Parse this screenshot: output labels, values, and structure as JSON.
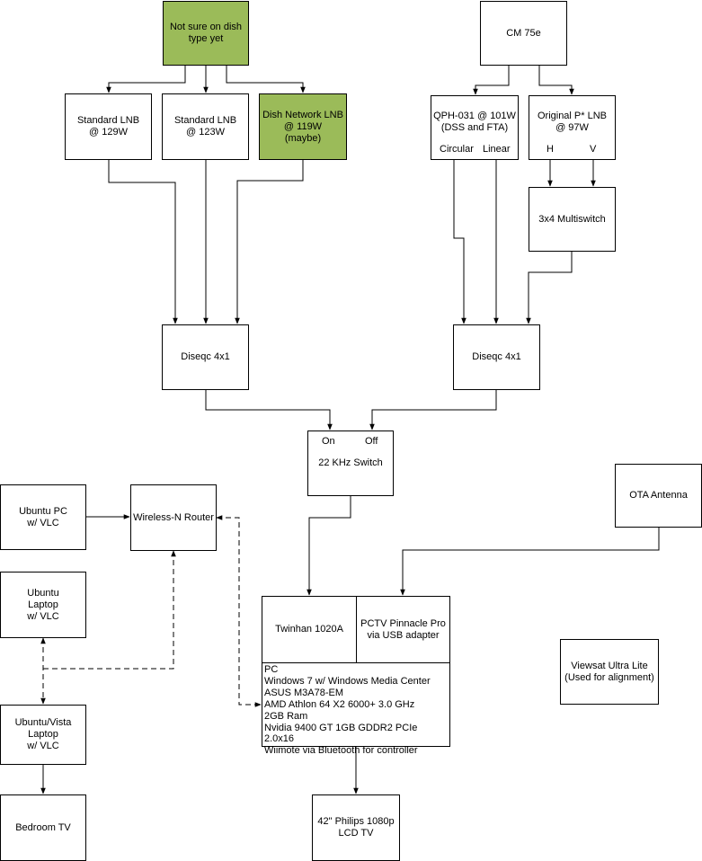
{
  "boxes": {
    "dish_unknown": [
      "Not sure on dish",
      "type yet"
    ],
    "lnb_129": [
      "Standard LNB",
      "@ 129W"
    ],
    "lnb_123": [
      "Standard LNB",
      "@ 123W"
    ],
    "lnb_119": [
      "Dish Network LNB",
      "@ 119W",
      "(maybe)"
    ],
    "cm75e": [
      "CM 75e"
    ],
    "qph031": [
      "QPH-031 @ 101W",
      "(DSS and FTA)"
    ],
    "qph031_ports": {
      "circular": "Circular",
      "linear": "Linear"
    },
    "orig_lnb": [
      "Original P* LNB",
      "@ 97W"
    ],
    "orig_lnb_ports": {
      "h": "H",
      "v": "V"
    },
    "multiswitch": [
      "3x4 Multiswitch"
    ],
    "diseqc_left": [
      "Diseqc 4x1"
    ],
    "diseqc_right": [
      "Diseqc 4x1"
    ],
    "switch22": [
      "22 KHz Switch"
    ],
    "switch22_ports": {
      "on": "On",
      "off": "Off"
    },
    "ubuntu_pc": [
      "Ubuntu PC",
      "w/ VLC"
    ],
    "router": [
      "Wireless-N Router"
    ],
    "ubuntu_laptop": [
      "Ubuntu",
      "Laptop",
      "w/ VLC"
    ],
    "vista_laptop": [
      "Ubuntu/Vista",
      "Laptop",
      "w/ VLC"
    ],
    "bedroom_tv": [
      "Bedroom TV"
    ],
    "ota_antenna": [
      "OTA Antenna"
    ],
    "twinhan": [
      "Twinhan 1020A"
    ],
    "pctv": [
      "PCTV Pinnacle Pro",
      "via USB adapter"
    ],
    "pc": [
      "PC",
      "Windows 7 w/ Windows Media Center",
      "ASUS M3A78-EM",
      "AMD Athlon 64 X2 6000+ 3.0 GHz",
      "2GB Ram",
      "Nvidia 9400 GT 1GB GDDR2 PCIe 2.0x16",
      "Wiimote via Bluetooth for controller"
    ],
    "viewsat": [
      "Viewsat Ultra Lite",
      "(Used for alignment)"
    ],
    "lcd_tv": [
      "42\" Philips 1080p",
      "LCD TV"
    ]
  },
  "colors": {
    "highlight": "#9bbb59",
    "line": "#000000",
    "background": "#ffffff"
  }
}
